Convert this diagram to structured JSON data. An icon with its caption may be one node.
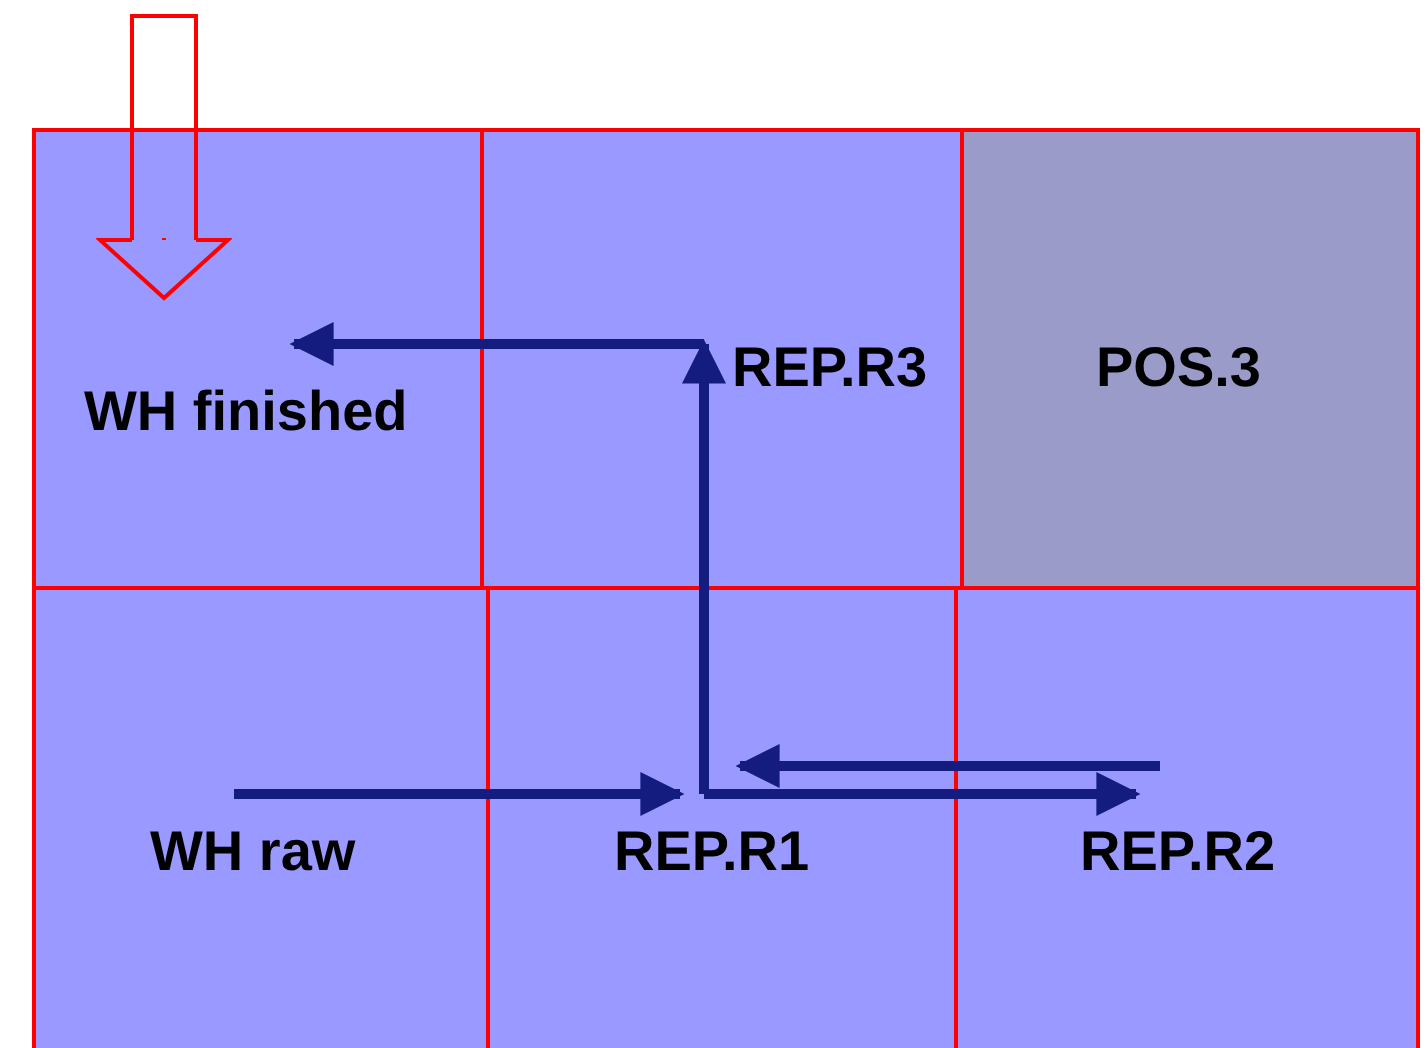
{
  "diagram": {
    "nodes": [
      {
        "text": [
          "WH finished"
        ]
      },
      {
        "text": [
          "REP.R3"
        ]
      },
      {
        "text": [
          "POS.3"
        ]
      },
      {
        "text": [
          "WH raw"
        ]
      },
      {
        "text": [
          "REP.R1"
        ]
      },
      {
        "text": [
          "REP.R2"
        ]
      }
    ],
    "edges": [
      {
        "from": null,
        "to": 0,
        "arrow": "to",
        "color": "#ff0000"
      },
      {
        "from": 1,
        "to": 0,
        "arrow": "to"
      },
      {
        "from": 4,
        "to": 1,
        "arrow": "to"
      },
      {
        "from": 3,
        "to": 4,
        "arrow": "to"
      },
      {
        "from": 4,
        "to": 5,
        "arrow": "to"
      },
      {
        "from": 5,
        "to": 4,
        "arrow": "to"
      }
    ]
  }
}
